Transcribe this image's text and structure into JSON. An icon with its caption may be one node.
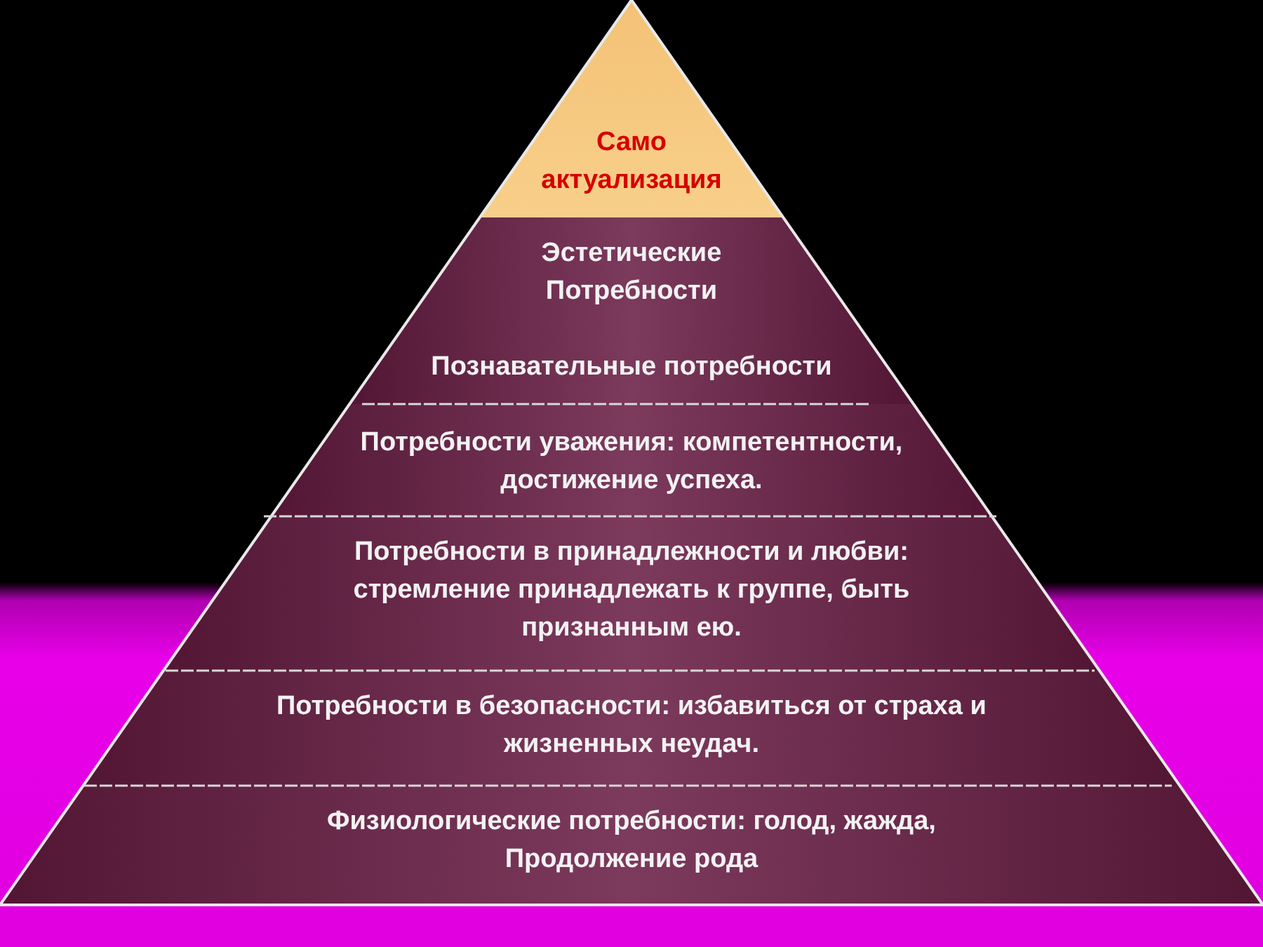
{
  "diagram": {
    "nodes": [
      {
        "text": [
          "Само актуализация"
        ]
      },
      {
        "text": [
          "Эстетические Потребности",
          "Познавательные потребности"
        ]
      },
      {
        "text": [
          "Потребности уважения: компетентности, достижение успеха."
        ]
      },
      {
        "text": [
          "Потребности в принадлежности и любви: стремление принадлежать к группе, быть признанным ею."
        ]
      },
      {
        "text": [
          "Потребности в безопасности: избавиться от страха и жизненных неудач."
        ]
      },
      {
        "text": [
          "Физиологические потребности: голод, жажда, Продолжение рода"
        ]
      }
    ]
  }
}
